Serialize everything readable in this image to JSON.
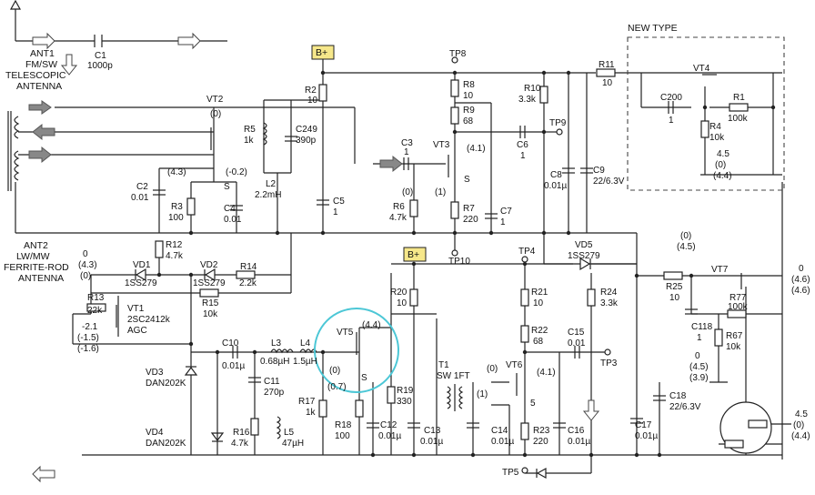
{
  "antennas": {
    "ant1": [
      "ANT1",
      "FM/SW",
      "TELESCOPIC",
      "ANTENNA"
    ],
    "ant2": [
      "ANT2",
      "LW/MW",
      "FERRITE-ROD",
      "ANTENNA"
    ]
  },
  "new_type_label": "NEW TYPE",
  "supply": {
    "b_plus": "B+"
  },
  "transistors": {
    "vt2": "VT2",
    "vt3": "VT3",
    "vt4": "VT4",
    "vt5": "VT5",
    "vt6": "VT6",
    "vt7": "VT7",
    "vt1": [
      "VT1",
      "2SC2412k",
      "AGC"
    ]
  },
  "components": {
    "c1": [
      "C1",
      "1000p"
    ],
    "r2": [
      "R2",
      "10"
    ],
    "r5": [
      "R5",
      "1k"
    ],
    "c249": [
      "C249",
      "390p"
    ],
    "l2": [
      "L2",
      "2.2mH"
    ],
    "c2": [
      "C2",
      "0.01"
    ],
    "r3": [
      "R3",
      "100"
    ],
    "c4": [
      "C4",
      "0.01"
    ],
    "c5": [
      "C5",
      "1"
    ],
    "c3": [
      "C3",
      "1"
    ],
    "r6": [
      "R6",
      "4.7k"
    ],
    "r7": [
      "R7",
      "220"
    ],
    "c7": [
      "C7",
      "1"
    ],
    "r8": [
      "R8",
      "10"
    ],
    "r9": [
      "R9",
      "68"
    ],
    "r10": [
      "R10",
      "3.3k"
    ],
    "c6": [
      "C6",
      "1"
    ],
    "c8": [
      "C8",
      "0.01µ"
    ],
    "c9": [
      "C9",
      "22/6.3V"
    ],
    "r11": [
      "R11",
      "10"
    ],
    "c200": [
      "C200",
      "1"
    ],
    "r1": [
      "R1",
      "100k"
    ],
    "r4": [
      "R4",
      "10k"
    ],
    "r12": [
      "R12",
      "4.7k"
    ],
    "vd1": [
      "VD1",
      "1SS279"
    ],
    "vd2": [
      "VD2",
      "1SS279"
    ],
    "r14": [
      "R14",
      "2.2k"
    ],
    "r15": [
      "R15",
      "10k"
    ],
    "r13": [
      "R13",
      "22k"
    ],
    "vd5": [
      "VD5",
      "1SS279"
    ],
    "r20": [
      "R20",
      "10"
    ],
    "r21": [
      "R21",
      "10"
    ],
    "r22": [
      "R22",
      "68"
    ],
    "r24": [
      "R24",
      "3.3k"
    ],
    "c15": [
      "C15",
      "0.01"
    ],
    "c10": [
      "C10",
      "0.01µ"
    ],
    "l3": [
      "L3",
      "0.68µH"
    ],
    "l4": [
      "L4",
      "1.5µH"
    ],
    "c11": [
      "C11",
      "270p"
    ],
    "r16": [
      "R16",
      "4.7k"
    ],
    "l5": [
      "L5",
      "47µH"
    ],
    "r17": [
      "R17",
      "1k"
    ],
    "r18": [
      "R18",
      "100"
    ],
    "c12": [
      "C12",
      "0.01µ"
    ],
    "r19": [
      "R19",
      "330"
    ],
    "c13": [
      "C13",
      "0.01µ"
    ],
    "t1": [
      "T1",
      "SW 1FT"
    ],
    "c14": [
      "C14",
      "0.01µ"
    ],
    "r23": [
      "R23",
      "220"
    ],
    "c16": [
      "C16",
      "0.01µ"
    ],
    "c17": [
      "C17",
      "0.01µ"
    ],
    "c18": [
      "C18",
      "22/6.3V"
    ],
    "r25": [
      "R25",
      "10"
    ],
    "c118": [
      "C118",
      "1"
    ],
    "r77": [
      "R77",
      "100k"
    ],
    "r67": [
      "R67",
      "10k"
    ],
    "vd3": [
      "VD3",
      "DAN202K"
    ],
    "vd4": [
      "VD4",
      "DAN202K"
    ]
  },
  "test_points": {
    "tp8": "TP8",
    "tp9": "TP9",
    "tp10": "TP10",
    "tp4": "TP4",
    "tp3": "TP3",
    "tp5": "TP5"
  },
  "voltages": {
    "vt2_gate": "(0)",
    "vt2_in": "(4.3)",
    "vt2_s": "(-0.2)",
    "s_label": "S",
    "vt3_out": "(4.1)",
    "vt3_g0": "(0)",
    "vt3_g1": "(1)",
    "vt3_s": "S",
    "vt4_a": "4.5",
    "vt4_b": "(0)",
    "vt4_c": "(4.4)",
    "vt1_a": "0",
    "vt1_b": "(4.3)",
    "vt1_c": "(0)",
    "vt1_d": "-2.1",
    "vt1_e": "(-1.5)",
    "vt1_f": "(-1.6)",
    "vt5_d": "(4.4)",
    "vt5_g": "(0)",
    "vt5_s": "(0.7)",
    "vt5_slab": "S",
    "vt6_g": "(0)",
    "vt6_d": "(4.1)",
    "vt6_b": "(1)",
    "vt6_5": "5",
    "vt7_a": "(0)",
    "vt7_b": "(4.5)",
    "out_a": "0",
    "out_b": "(4.6)",
    "out_c": "(4.6)",
    "c118_a": "0",
    "c118_b": "(4.5)",
    "c118_c": "(3.9)",
    "reg_a": "4.5",
    "reg_b": "(0)",
    "reg_c": "(4.4)"
  },
  "highlight_color": "#4cc7d6",
  "badge_color": "#f6e78a"
}
